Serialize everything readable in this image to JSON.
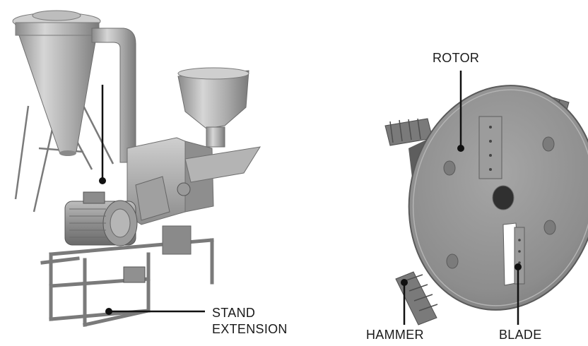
{
  "labels": {
    "rotor": "ROTOR",
    "stand_line1": "STAND",
    "stand_line2": "EXTENSION",
    "hammer": "HAMMER",
    "blade": "BLADE"
  },
  "colors": {
    "metal_light": "#d9d9d9",
    "metal_mid": "#a8a8a8",
    "metal_dark": "#6e6e6e",
    "leader": "#111111"
  }
}
